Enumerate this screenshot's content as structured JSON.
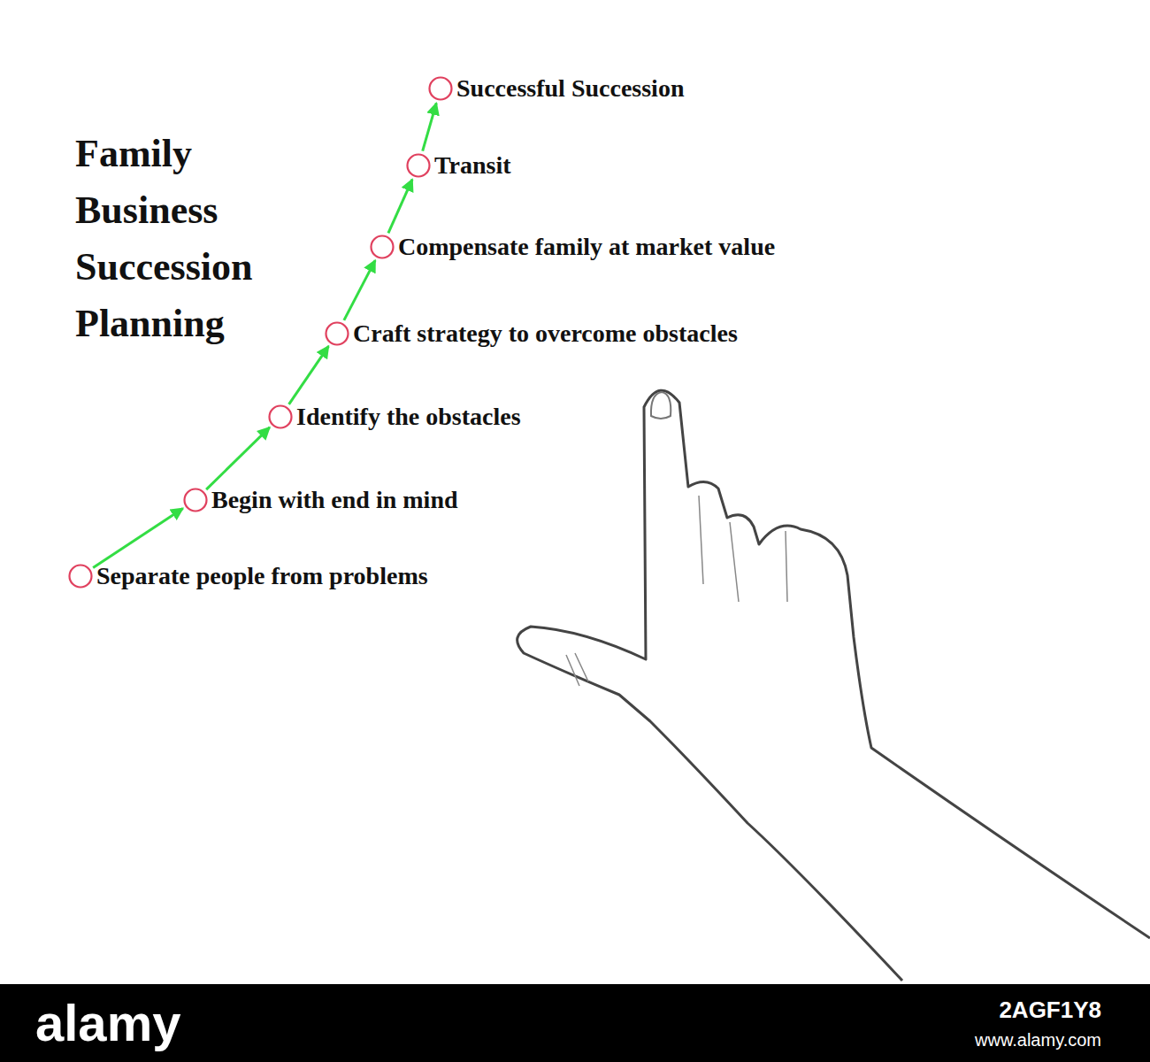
{
  "diagram": {
    "title": "Family Business Succession Planning",
    "nodes": [
      {
        "text": [
          "Separate people from problems"
        ]
      },
      {
        "text": [
          "Begin with end in mind"
        ]
      },
      {
        "text": [
          "Identify the obstacles"
        ]
      },
      {
        "text": [
          "Craft strategy to overcome obstacles"
        ]
      },
      {
        "text": [
          "Compensate family at market value"
        ]
      },
      {
        "text": [
          "Transit"
        ]
      },
      {
        "text": [
          "Successful Succession"
        ]
      }
    ],
    "edges": [
      {
        "from": 0,
        "to": 1,
        "arrow": "to"
      },
      {
        "from": 1,
        "to": 2,
        "arrow": "to"
      },
      {
        "from": 2,
        "to": 3,
        "arrow": "to"
      },
      {
        "from": 3,
        "to": 4,
        "arrow": "to"
      },
      {
        "from": 4,
        "to": 5,
        "arrow": "to"
      },
      {
        "from": 5,
        "to": 6,
        "arrow": "to"
      }
    ],
    "labels": [
      "alamy",
      "2AGF1Y8",
      "www.alamy.com"
    ]
  }
}
